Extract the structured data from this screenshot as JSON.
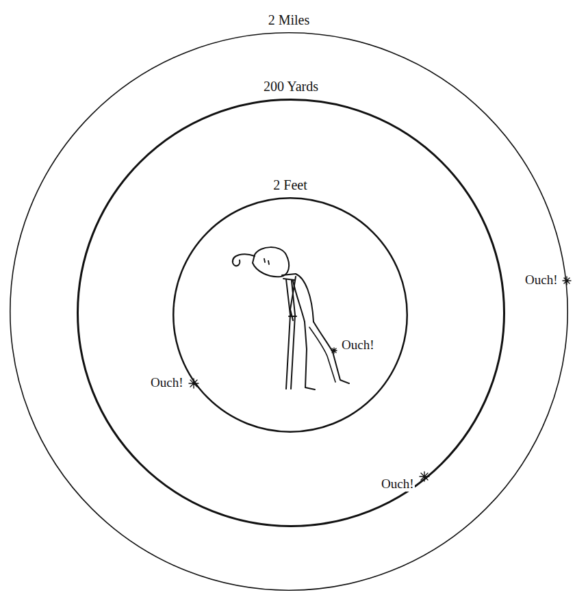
{
  "diagram": {
    "nodes": [
      {
        "text": [
          "2 Miles"
        ]
      },
      {
        "text": [
          "200 Yards"
        ],
        "in": 0
      },
      {
        "text": [
          "2 Feet"
        ],
        "in": 1
      }
    ],
    "labels": [
      "Ouch!",
      "Ouch!",
      "Ouch!",
      "Ouch!"
    ]
  }
}
